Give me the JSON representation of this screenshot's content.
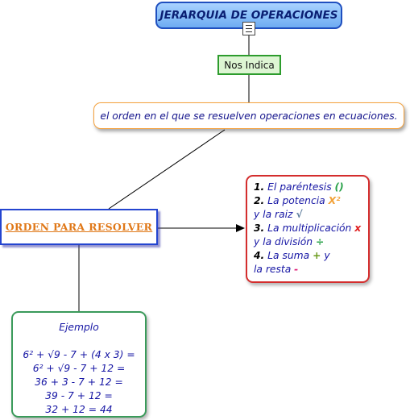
{
  "title": "JERARQUIA DE OPERACIONES",
  "nos_indica": "Nos Indica",
  "definition": "el orden en el que se resuelven operaciones en ecuaciones.",
  "orden_label": "ORDEN PARA RESOLVER",
  "rules": {
    "r1_num": "1.",
    "r1_text": "El paréntesis",
    "r1_sym": "()",
    "r2_num": "2.",
    "r2_text": "La potencia",
    "r2_sym": "X²",
    "r2b_text": "y la raiz",
    "r2b_sym": "√",
    "r3_num": "3.",
    "r3_text": "La multiplicación",
    "r3_sym": "x",
    "r3b_text": "y la división",
    "r3b_sym": "÷",
    "r4_num": "4.",
    "r4_text": "La suma",
    "r4_sym": "+",
    "r4_tail": "y",
    "r4b_text": "la resta",
    "r4b_sym": "-"
  },
  "example": {
    "heading": "Ejemplo",
    "lines": [
      "6² + √9 - 7 + (4 x 3) =",
      "6² + √9 - 7 + 12 =",
      "36 + 3 - 7 + 12 =",
      "39 - 7 + 12 =",
      "32 + 12 = 44"
    ]
  },
  "colors": {
    "sym1": "#2aa24a",
    "sym2": "#f2a23a",
    "sym2b": "#5a7a9a",
    "sym3": "#e02020",
    "sym3b": "#2aa24a",
    "sym4": "#6a9a1a",
    "sym4b": "#e0207a"
  }
}
